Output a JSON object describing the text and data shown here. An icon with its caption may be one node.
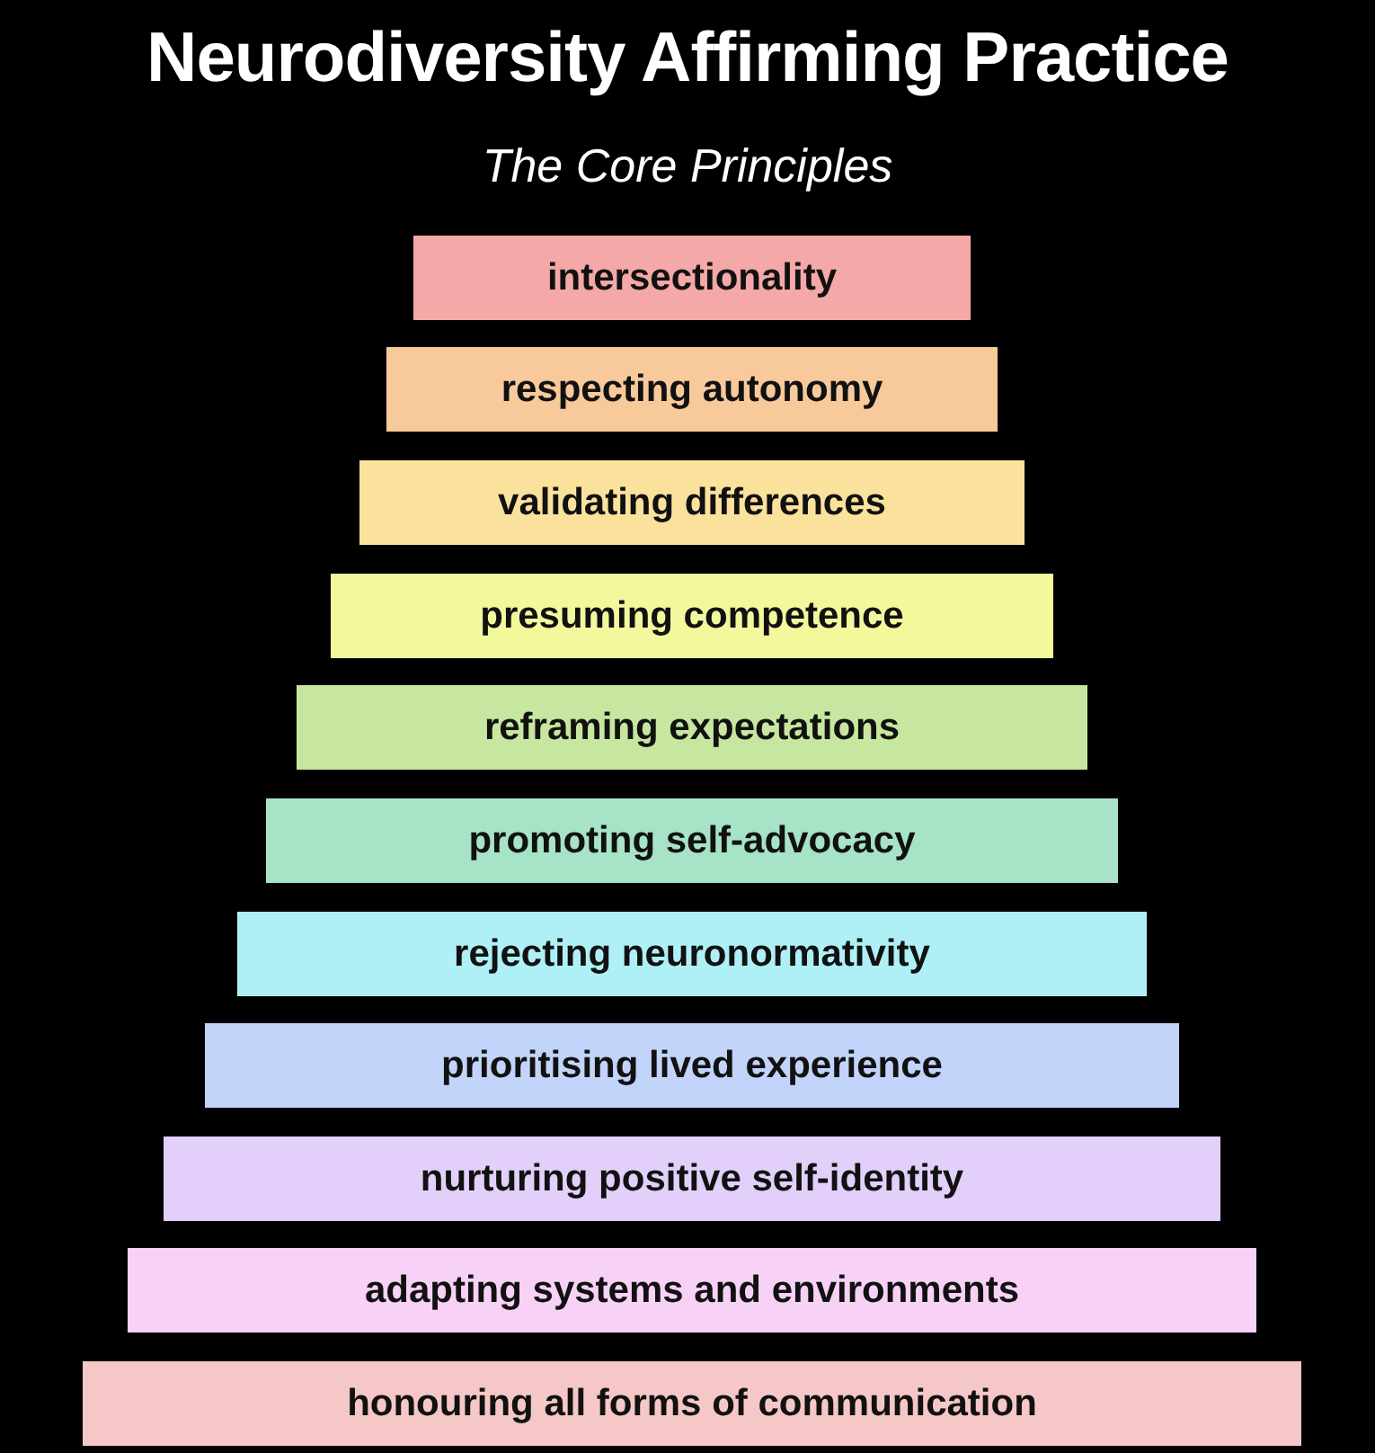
{
  "diagram": {
    "title": "Neurodiversity Affirming Practice",
    "nodes": [
      {
        "text": [
          "intersectionality"
        ]
      },
      {
        "text": [
          "respecting autonomy"
        ]
      },
      {
        "text": [
          "validating differences"
        ]
      },
      {
        "text": [
          "presuming competence"
        ]
      },
      {
        "text": [
          "reframing expectations"
        ]
      },
      {
        "text": [
          "promoting self-advocacy"
        ]
      },
      {
        "text": [
          "rejecting neuronormativity"
        ]
      },
      {
        "text": [
          "prioritising lived experience"
        ]
      },
      {
        "text": [
          "nurturing positive self-identity"
        ]
      },
      {
        "text": [
          "adapting systems and environments"
        ]
      },
      {
        "text": [
          "honouring all forms of communication"
        ]
      }
    ],
    "labels": [
      "The Core Principles"
    ]
  }
}
